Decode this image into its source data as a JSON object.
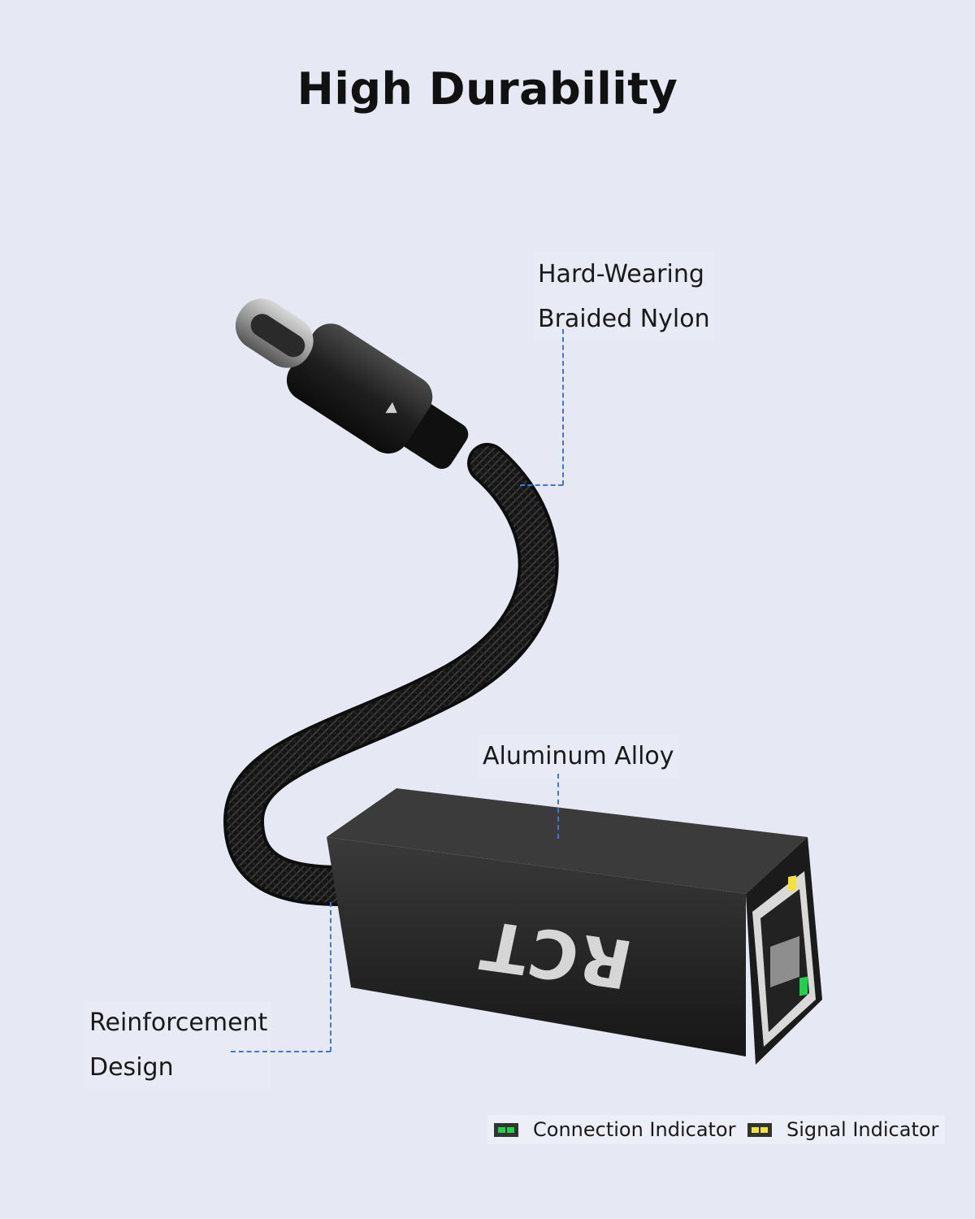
{
  "title": "High Durability",
  "labels": {
    "nylon_line1": "Hard-Wearing",
    "nylon_line2": "Braided Nylon",
    "alloy": "Aluminum Alloy",
    "reinforcement_line1": "Reinforcement",
    "reinforcement_line2": "Design"
  },
  "device": {
    "brand": "RCT"
  },
  "legend": {
    "connection": "Connection Indicator",
    "signal": "Signal Indicator"
  },
  "colors": {
    "background": "#e6e9f4",
    "callout_line": "#3f77d6",
    "connection_led": "#22d14a",
    "signal_led": "#f2e23a"
  }
}
